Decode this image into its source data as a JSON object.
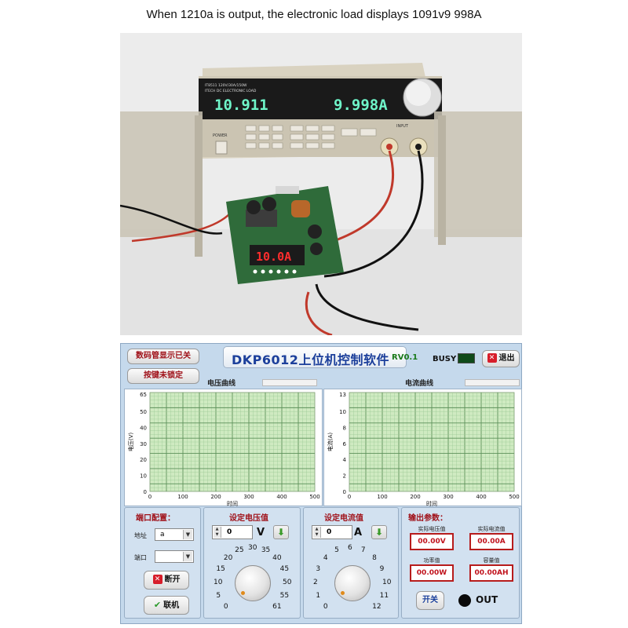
{
  "caption": "When 1210a is output, the electronic load displays 1091v9 998A",
  "photo": {
    "load_model": "IT8511 120V/30A/150W",
    "load_subtitle": "ITECH DC ELECTRONIC LOAD",
    "voltage_display": "10.911",
    "current_display": "9.998A",
    "power_label": "POWER",
    "input_label": "INPUT",
    "module_display": "10.0A"
  },
  "app": {
    "led_off_button": "数码管显示已关",
    "key_unlocked_button": "按键未锁定",
    "title": "DKP6012上位机控制软件",
    "version": "RV0.1",
    "busy_label": "BUSY",
    "exit_label": "退出",
    "voltage_chart": {
      "title": "电压曲线",
      "y_label": "电压(V)",
      "x_label": "时间",
      "y_max": "65",
      "y_ticks": [
        "50",
        "40",
        "30",
        "20",
        "10",
        "0"
      ],
      "x_ticks": [
        "0",
        "100",
        "200",
        "300",
        "400",
        "500"
      ]
    },
    "current_chart": {
      "title": "电流曲线",
      "y_label": "电流(A)",
      "x_label": "时间",
      "y_max": "13",
      "y_ticks": [
        "10",
        "8",
        "6",
        "4",
        "2",
        "0"
      ],
      "x_ticks": [
        "0",
        "100",
        "200",
        "300",
        "400",
        "500"
      ]
    },
    "port": {
      "title": "端口配置：",
      "address_label": "地址",
      "address_value": "a",
      "port_label": "端口",
      "port_value": "",
      "disconnect_label": "断开",
      "connect_label": "联机"
    },
    "set_voltage": {
      "title": "设定电压值",
      "value": "0",
      "unit": "V",
      "dial": [
        "0",
        "5",
        "10",
        "15",
        "20",
        "25",
        "30",
        "35",
        "40",
        "45",
        "50",
        "55",
        "61"
      ]
    },
    "set_current": {
      "title": "设定电流值",
      "value": "0",
      "unit": "A",
      "dial": [
        "0",
        "1",
        "2",
        "3",
        "4",
        "5",
        "6",
        "7",
        "8",
        "9",
        "10",
        "11",
        "12"
      ]
    },
    "output": {
      "title": "输出参数：",
      "actual_voltage_label": "实际电压值",
      "actual_voltage": "00.00V",
      "actual_current_label": "实际电流值",
      "actual_current": "00.00A",
      "power_label": "功率值",
      "power": "00.00W",
      "capacity_label": "容量值",
      "capacity": "00.00AH",
      "switch_label": "开关",
      "out_label": "OUT"
    }
  }
}
